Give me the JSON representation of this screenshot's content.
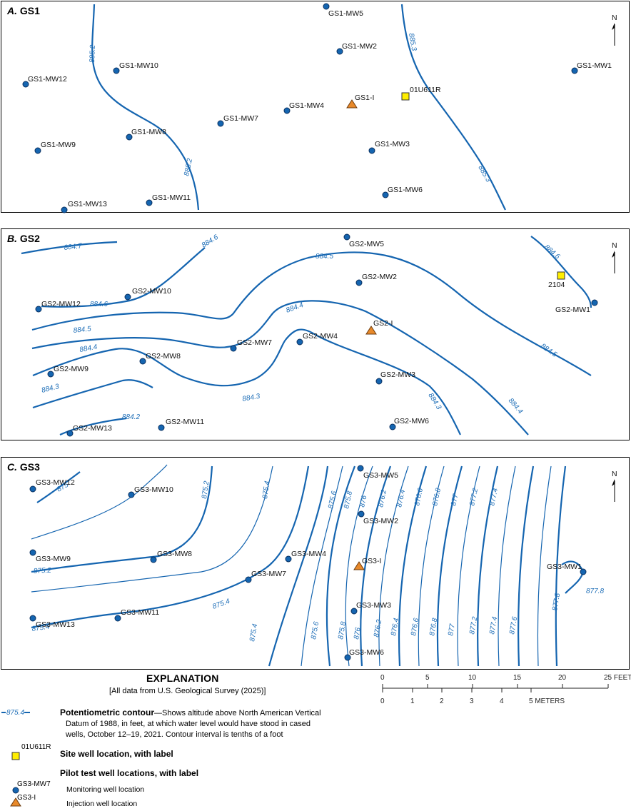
{
  "north_label": "N",
  "panels": {
    "a": {
      "letter": "A.",
      "name": "GS1"
    },
    "b": {
      "letter": "B.",
      "name": "GS2"
    },
    "c": {
      "letter": "C.",
      "name": "GS3"
    }
  },
  "gs1": {
    "wells": [
      "GS1-MW5",
      "GS1-MW2",
      "GS1-MW10",
      "GS1-MW12",
      "GS1-MW1",
      "GS1-MW4",
      "GS1-MW7",
      "GS1-MW8",
      "GS1-MW9",
      "GS1-MW3",
      "GS1-MW6",
      "GS1-MW11",
      "GS1-MW13"
    ],
    "injection": "GS1-I",
    "site": "01U611R",
    "contours": [
      "885.2",
      "885.2",
      "885.3",
      "885.3"
    ]
  },
  "gs2": {
    "wells": [
      "GS2-MW5",
      "GS2-MW2",
      "GS2-MW10",
      "GS2-MW12",
      "GS2-MW1",
      "GS2-MW7",
      "GS2-MW4",
      "GS2-MW8",
      "GS2-MW9",
      "GS2-MW3",
      "GS2-MW6",
      "GS2-MW11",
      "GS2-MW13"
    ],
    "injection": "GS2-I",
    "site": "2104",
    "contours": [
      "884.7",
      "884.6",
      "884.6",
      "884.5",
      "884.5",
      "884.5",
      "884.4",
      "884.4",
      "884.4",
      "884.3",
      "884.3",
      "884.3",
      "884.2",
      "884.6"
    ]
  },
  "gs3": {
    "wells": [
      "GS3-MW5",
      "GS3-MW12",
      "GS3-MW10",
      "GS3-MW2",
      "GS3-MW9",
      "GS3-MW8",
      "GS3-MW4",
      "GS3-MW7",
      "GS3-MW1",
      "GS3-MW3",
      "GS3-MW13",
      "GS3-MW11",
      "GS3-MW6"
    ],
    "injection": "GS3-I",
    "contours_top": [
      "875",
      "875.2",
      "875.4",
      "875.6",
      "875.8",
      "876",
      "876.2",
      "876.4",
      "876.6",
      "876.8",
      "877",
      "877.2",
      "877.4"
    ],
    "contours_bottom": [
      "875.2",
      "875.4",
      "875.4",
      "875.6",
      "875.8",
      "876",
      "876.2",
      "876.4",
      "876.6",
      "876.8",
      "877",
      "877.2",
      "877.4",
      "877.6",
      "877.8"
    ]
  },
  "explanation": {
    "title": "EXPLANATION",
    "source": "[All data from U.S. Geological Survey (2025)]",
    "contour_sample": "875.4",
    "contour_head": "Potentiometric contour",
    "contour_desc_1": "—Shows altitude above North American Vertical",
    "contour_desc_2": "Datum of 1988, in feet, at which water level would have stood in cased",
    "contour_desc_3": "wells, October 12–19, 2021. Contour interval is tenths of a foot",
    "site_sample": "01U611R",
    "site_head": "Site well location, with label",
    "pilot_head": "Pilot test well locations, with label",
    "mon_sample": "GS3-MW7",
    "mon_text": "Monitoring well location",
    "inj_sample": "GS3-I",
    "inj_text": "Injection well location"
  },
  "scale": {
    "feet_ticks": [
      "0",
      "5",
      "10",
      "15",
      "20",
      "25 FEET"
    ],
    "meter_ticks": [
      "0",
      "1",
      "2",
      "3",
      "4",
      "5 METERS"
    ]
  },
  "colors": {
    "contour": "#1565b0",
    "monitoring_well": "#1565b0",
    "injection_well": "#e8892a",
    "site_well": "#ffee00"
  }
}
